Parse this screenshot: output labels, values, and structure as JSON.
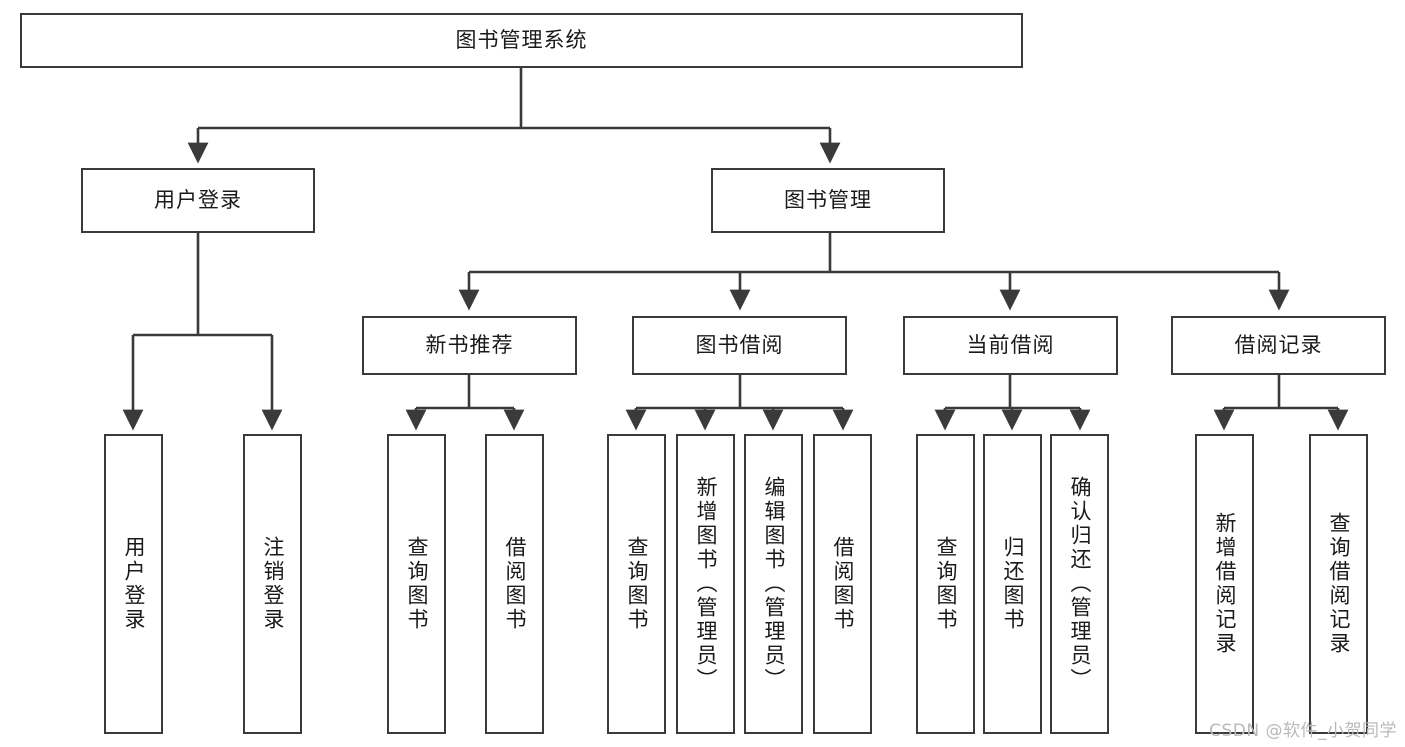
{
  "diagram": {
    "title": "图书管理系统",
    "watermark": "CSDN @软件_小贺同学",
    "colors": {
      "box_border": "#3a3a3a",
      "box_fill": "#ffffff",
      "edge": "#3a3a3a",
      "text": "#1a1a1a",
      "watermark": "#b9b9b9",
      "background": "#ffffff"
    },
    "levels": {
      "root": {
        "label": "图书管理系统"
      },
      "level2": [
        {
          "label": "用户登录"
        },
        {
          "label": "图书管理"
        }
      ],
      "level3": [
        {
          "label": "新书推荐"
        },
        {
          "label": "图书借阅"
        },
        {
          "label": "当前借阅"
        },
        {
          "label": "借阅记录"
        }
      ],
      "leaves": [
        {
          "label": "用户登录",
          "parent": "用户登录"
        },
        {
          "label": "注销登录",
          "parent": "用户登录"
        },
        {
          "label": "查询图书",
          "parent": "新书推荐"
        },
        {
          "label": "借阅图书",
          "parent": "新书推荐"
        },
        {
          "label": "查询图书",
          "parent": "图书借阅"
        },
        {
          "label": "新增图书（管理员）",
          "parent": "图书借阅"
        },
        {
          "label": "编辑图书（管理员）",
          "parent": "图书借阅"
        },
        {
          "label": "借阅图书",
          "parent": "图书借阅"
        },
        {
          "label": "查询图书",
          "parent": "当前借阅"
        },
        {
          "label": "归还图书",
          "parent": "当前借阅"
        },
        {
          "label": "确认归还（管理员）",
          "parent": "当前借阅"
        },
        {
          "label": "新增借阅记录",
          "parent": "借阅记录"
        },
        {
          "label": "查询借阅记录",
          "parent": "借阅记录"
        }
      ]
    }
  }
}
